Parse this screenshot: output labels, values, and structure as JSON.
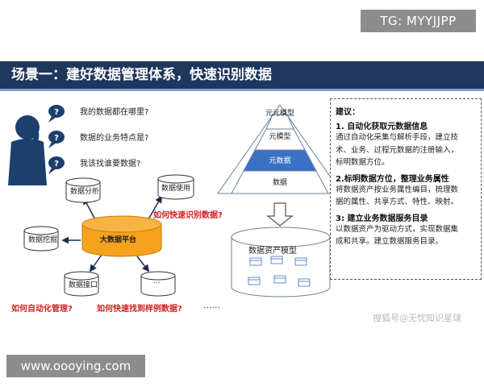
{
  "watermark_top": "TG: MYYJJPP",
  "watermark_bottom": "www.oooying.com",
  "title": "场景一：建好数据管理体系，快速识别数据",
  "questions": [
    "我的数据都在哪里?",
    "数据的业务特点是?",
    "我该找谁要数据?"
  ],
  "cylinders": {
    "analysis": "数据分析",
    "usage": "数据使用",
    "mining": "数据挖掘",
    "interface": "数据接口",
    "platform": "大数据平台",
    "more": "..."
  },
  "red_labels": {
    "identify": "如何快速识别数据?",
    "automate": "如何自动化管理?",
    "samples": "如何快速找到样例数据?"
  },
  "ellipsis": "......",
  "pyramid": {
    "levels": [
      "元元模型",
      "元模型",
      "元数据",
      "数据"
    ]
  },
  "asset_model_label": "数据资产模型",
  "advice": {
    "heading": "建议：",
    "sections": [
      {
        "title": "1. 自动化获取元数据信息",
        "lines": [
          "通过自动化采集与解析手段，建立技",
          "术、业务、过程元数据的注册输入，",
          "标明数据方位。"
        ]
      },
      {
        "title": "2.标明数据方位，整理业务属性",
        "lines": [
          "将数据资产按业务属性编目，梳理数",
          "据的属性、共享方式、特性、映射。"
        ]
      },
      {
        "title": "3:  建立业务数据服务目录",
        "lines": [
          "以数据资产为驱动方式，实现数据集",
          "成和共享。建立数据服务目录。"
        ]
      }
    ]
  },
  "credit": "搜狐号@无忧知识星球",
  "colors": {
    "banner": "#20375d",
    "platform_orange": "#f5a21e",
    "pyramid_blue": "#3b70c2",
    "question_bubble": "#1c3f6e",
    "red": "#d11f1f"
  }
}
